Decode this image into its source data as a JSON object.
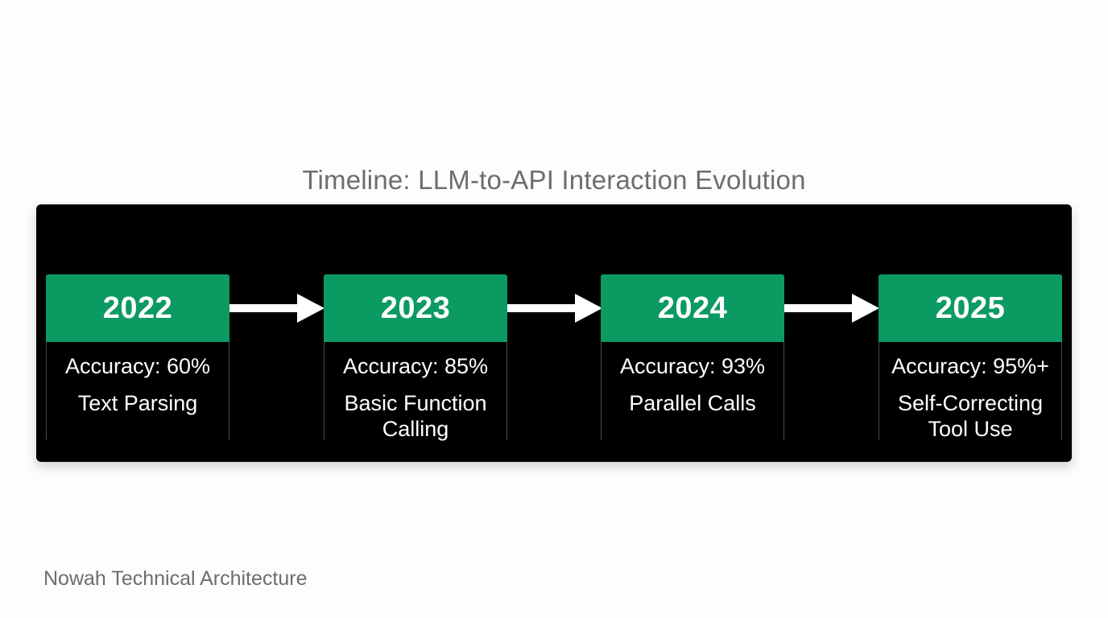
{
  "title": "Timeline: LLM-to-API Interaction Evolution",
  "stages": [
    {
      "year": "2022",
      "accuracy": "Accuracy: 60%",
      "description": "Text Parsing"
    },
    {
      "year": "2023",
      "accuracy": "Accuracy: 85%",
      "description": "Basic Function Calling"
    },
    {
      "year": "2024",
      "accuracy": "Accuracy: 93%",
      "description": "Parallel Calls"
    },
    {
      "year": "2025",
      "accuracy": "Accuracy: 95%+",
      "description": "Self-Correcting Tool Use"
    }
  ],
  "footer": "Nowah Technical Architecture",
  "colors": {
    "accent": "#0b9a62",
    "panel": "#000000",
    "text_muted": "#6d6d6d",
    "arrow": "#ffffff"
  },
  "icons": {
    "connector": "arrow-right-icon"
  }
}
